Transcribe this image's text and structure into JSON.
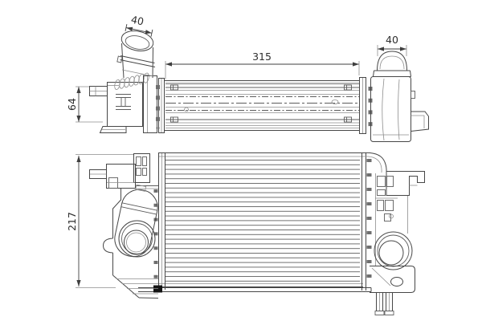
{
  "colors": {
    "background": "#ffffff",
    "line": "#474747",
    "line_light": "#8d8d8d",
    "dimension_text": "#2f2f2f",
    "filled_detail": "#141414"
  },
  "dimensions": {
    "left_pipe": "40",
    "core_length": "315",
    "right_pipe": "40",
    "left_tank_height": "64",
    "overall_height": "217"
  }
}
